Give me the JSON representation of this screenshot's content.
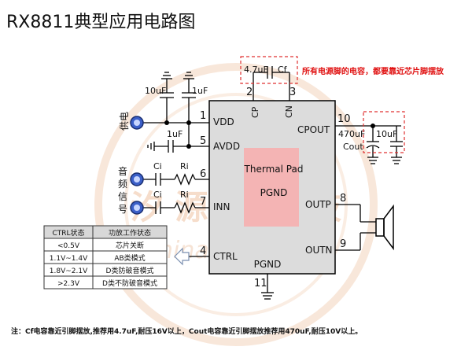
{
  "title": "RX8811典型应用电路图",
  "chip": {
    "thermal_pad": "Thermal Pad",
    "pgnd_center": "PGND",
    "pgnd_bottom": "PGND"
  },
  "pins": {
    "p1": {
      "num": "1",
      "name": "VDD"
    },
    "p2": {
      "num": "2",
      "name": "CP"
    },
    "p3": {
      "num": "3",
      "name": "CN"
    },
    "p4": {
      "num": "4",
      "name": "CTRL"
    },
    "p5": {
      "num": "5",
      "name": "AVDD"
    },
    "p6": {
      "num": "6"
    },
    "p7": {
      "num": "7",
      "name": "INN"
    },
    "p8": {
      "num": "8",
      "name": "OUTP"
    },
    "p9": {
      "num": "9",
      "name": "OUTN"
    },
    "p10": {
      "num": "10",
      "name": "CPOUT"
    },
    "p11": {
      "num": "11"
    }
  },
  "components": {
    "cap_10uf_top": "10uF",
    "cap_1uf_top": "1uF",
    "cap_1uf_avdd": "1uF",
    "cf_value": "4.7uF",
    "cf_label": "Cf",
    "cout_value": "470uF",
    "cout_label": "Cout",
    "cout_10uf": "10uF",
    "ci_1": "Ci",
    "ri_1": "Ri",
    "ci_2": "Ci",
    "ri_2": "Ri"
  },
  "labels": {
    "supply": "供电",
    "audio_signal": [
      "音",
      "频",
      "信",
      "号"
    ],
    "cap_note": "所有电源脚的电容，都要靠近芯片脚摆放",
    "watermark_cn": "汐 源 特 科 技",
    "watermark_en": "ChinaSourceTek",
    "footnote": "注：Cf电容靠近引脚摆放,推荐用4.7uF,耐压16V以上，Cout电容靠近引脚摆放推荐用470uF,耐压10V以上。"
  },
  "ctrl_table": {
    "headers": [
      "CTRL状态",
      "功放工作状态"
    ],
    "rows": [
      [
        "<0.5V",
        "芯片关断"
      ],
      [
        "1.1V~1.4V",
        "AB类模式"
      ],
      [
        "1.8V~2.1V",
        "D类防破音模式"
      ],
      [
        ">2.3V",
        "D类不防破音模式"
      ]
    ]
  },
  "colors": {
    "chip_fill": "#dcdcdc",
    "thermal_pad": "#f4b4b4",
    "note_red": "#e01010",
    "dashed_box": "#e03030",
    "connector_blue": "#3b5fc8",
    "table_header": "#d8d8d8",
    "watermark": "#f2c9a8"
  }
}
